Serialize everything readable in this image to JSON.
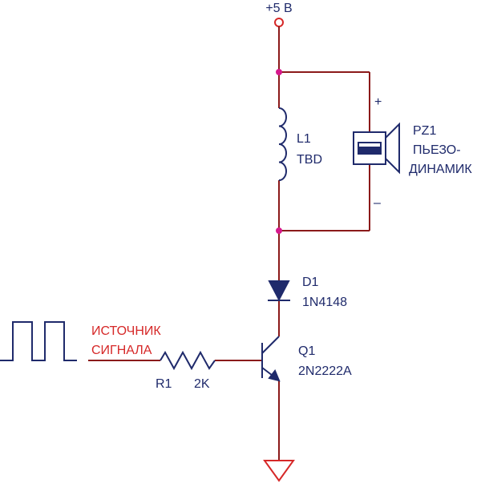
{
  "supply": {
    "label": "+5 В"
  },
  "inductor": {
    "ref": "L1",
    "value": "TBD"
  },
  "piezo": {
    "ref": "PZ1",
    "name_line1": "ПЬЕЗО-",
    "name_line2": "ДИНАМИК",
    "plus": "+",
    "minus": "–"
  },
  "diode": {
    "ref": "D1",
    "part": "1N4148"
  },
  "transistor": {
    "ref": "Q1",
    "part": "2N2222A"
  },
  "resistor": {
    "ref": "R1",
    "value": "2K"
  },
  "signal": {
    "line1": "ИСТОЧНИК",
    "line2": "СИГНАЛА"
  },
  "colors": {
    "wire": "#8b1a1a",
    "component": "#1f2a6b",
    "signal": "#d62828",
    "junction": "#d6198c"
  }
}
